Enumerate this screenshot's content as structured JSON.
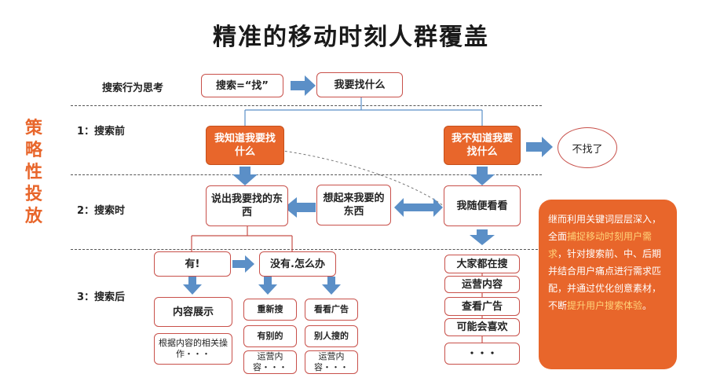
{
  "title": "精准的移动时刻人群覆盖",
  "side_label": [
    "策",
    "略",
    "性",
    "投",
    "放"
  ],
  "stages": {
    "think": "搜索行为思考",
    "before": "1：搜索前",
    "during": "2：搜索时",
    "after": "3：搜索后"
  },
  "boxes": {
    "search_find": "搜索=“找”",
    "what_find": "我要找什么",
    "know": "我知道我要找什么",
    "dont_know": "我不知道我要找什么",
    "not_found": "不找了",
    "say_want": "说出我要找的东西",
    "remember": "想起来我要的东西",
    "browse": "我随便看看",
    "have": "有!",
    "none": "没有.怎么办",
    "content_show": "内容展示",
    "content_ops": "根据内容的相关操作・・・",
    "re_search": "重新搜",
    "others": "有别的",
    "ops_content_a": "运营内容・・・",
    "see_ads_a": "看看广告",
    "other_search": "别人搜的",
    "ops_content_b": "运营内容・・・",
    "all_search": "大家都在搜",
    "ops_content_c": "运营内容",
    "view_ads": "查看广告",
    "may_like": "可能会喜欢",
    "dots": "・・・"
  },
  "note": {
    "p1": "继而利用关键词层层深入，全面",
    "h1": "捕捉移动时刻用户需求",
    "p2": "，针对搜索前、中、后期并结合用户痛点进行需求匹配，并通过优化创意素材，不断",
    "h2": "提升用户搜索体验",
    "p3": "。"
  },
  "colors": {
    "accent": "#e8662b",
    "box_border": "#c8504a",
    "arrow": "#5b8fc7",
    "highlight_text": "#ffd37a"
  }
}
